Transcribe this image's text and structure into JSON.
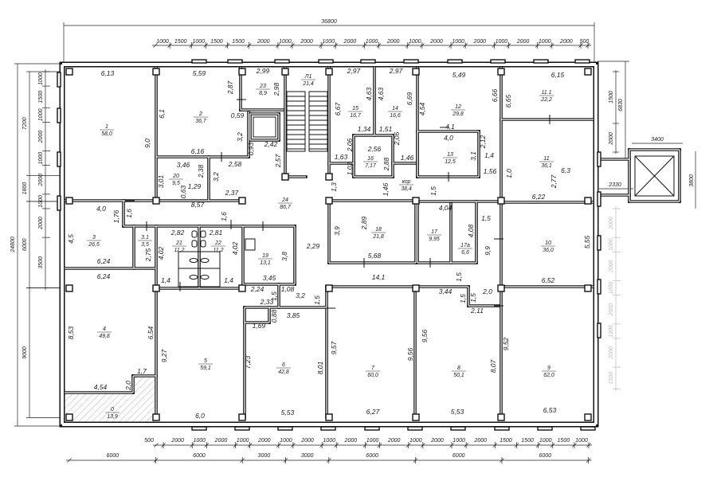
{
  "rooms": [
    {
      "id": "1",
      "area": "58,0"
    },
    {
      "id": "2",
      "area": "36,7"
    },
    {
      "id": "23",
      "area": "8,9"
    },
    {
      "id": "Л1",
      "area": "21,4"
    },
    {
      "id": "15",
      "area": "16,7"
    },
    {
      "id": "14",
      "area": "16,6"
    },
    {
      "id": "12",
      "area": "29,8"
    },
    {
      "id": "11.1",
      "area": "22,2"
    },
    {
      "id": "16",
      "area": "7,17"
    },
    {
      "id": "13",
      "area": "12,5"
    },
    {
      "id": "11",
      "area": "36,1"
    },
    {
      "id": "20",
      "area": "9,5"
    },
    {
      "id": "24",
      "area": "86,7"
    },
    {
      "id": "кор",
      "area": "38,4"
    },
    {
      "id": "3",
      "area": "26,5"
    },
    {
      "id": "3.1",
      "area": "3,5"
    },
    {
      "id": "21",
      "area": "11,2"
    },
    {
      "id": "22",
      "area": "11,2"
    },
    {
      "id": "19",
      "area": "13,1"
    },
    {
      "id": "18",
      "area": "21,8"
    },
    {
      "id": "17",
      "area": "9,95"
    },
    {
      "id": "17а",
      "area": "6,6"
    },
    {
      "id": "10",
      "area": "36,0"
    },
    {
      "id": "4",
      "area": "49,8"
    },
    {
      "id": "0",
      "area": "13,9"
    },
    {
      "id": "5",
      "area": "59,1"
    },
    {
      "id": "6",
      "area": "42,8"
    },
    {
      "id": "7",
      "area": "60,0"
    },
    {
      "id": "8",
      "area": "50,1"
    },
    {
      "id": "9",
      "area": "62,0"
    }
  ],
  "room_dims": [
    "6,13",
    "5,59",
    "2,99",
    "2,97",
    "2,97",
    "5,49",
    "6,15",
    "2,87",
    "2,98",
    "6,1",
    "9,0",
    "0,59",
    "3,2",
    "6,16",
    "0,93",
    "2,42",
    "2,58",
    "2,57",
    "3,46",
    "2,38",
    "3,2",
    "3,01",
    "1,29",
    "0,63",
    "2,37",
    "8,57",
    "6,67",
    "4,63",
    "4,63",
    "6,69",
    "4,54",
    "6,66",
    "6,65",
    "1,34",
    "1,51",
    "4,1",
    "2,06",
    "2,06",
    "4,0",
    "2,12",
    "2,56",
    "1,63",
    "1,46",
    "3,1",
    "1,4",
    "2,88",
    "1,02",
    "1,56",
    "1,0",
    "6,3",
    "2,77",
    "1,3",
    "1,46",
    "1,5",
    "6,22",
    "4,0",
    "1,76",
    "1,6",
    "1,6",
    "4,5",
    "2,82",
    "2,81",
    "4,02",
    "4,02",
    "2,75",
    "2,29",
    "3,8",
    "6,24",
    "6,24",
    "1,4",
    "1,4",
    "3,45",
    "2,24",
    "1,08",
    "1,5",
    "2,33",
    "3,2",
    "1,5",
    "0,88",
    "3,85",
    "1,69",
    "3,9",
    "2,89",
    "5,68",
    "4,04",
    "4,08",
    "1,5",
    "9,9",
    "5,55",
    "14,1",
    "1,5",
    "3,44",
    "1,5",
    "1,5",
    "2,0",
    "2,11",
    "6,52",
    "8,53",
    "6,54",
    "9,27",
    "1,7",
    "2,0",
    "4,54",
    "7,23",
    "8,01",
    "9,57",
    "9,56",
    "9,56",
    "8,07",
    "9,52",
    "6,0",
    "5,53",
    "6,27",
    "5,53",
    "6,53"
  ],
  "dimensions": {
    "top_total": "36800",
    "top_pieces": [
      "1000",
      "1500",
      "1000",
      "1500",
      "1500",
      "2000",
      "1000",
      "2000",
      "1000",
      "2000",
      "1000",
      "2000",
      "1000",
      "2000",
      "1000",
      "2000",
      "1000",
      "2000",
      "1000",
      "2000",
      "500"
    ],
    "bottom_pieces": [
      "500",
      "2000",
      "1000",
      "2000",
      "1000",
      "2000",
      "1000",
      "2000",
      "1000",
      "2000",
      "1000",
      "2000",
      "1000",
      "2000",
      "1000",
      "2000",
      "1500",
      "1500",
      "1000",
      "1500",
      "1000"
    ],
    "bottom_totals": [
      "6000",
      "6000",
      "3000",
      "3000",
      "6000",
      "6000",
      "6000"
    ],
    "left_total": "24800",
    "left_totals": [
      "7200",
      "1800",
      "6000",
      "9000"
    ],
    "left_pieces": [
      "1000",
      "1500",
      "1000",
      "2000",
      "1000",
      "2000",
      "1000",
      "2000",
      "3500"
    ],
    "right_total": "6830",
    "right_pieces": [
      "1500",
      "2000"
    ],
    "right_lower_pieces": [
      "2000",
      "1000",
      "2000",
      "1000",
      "2000",
      "1000",
      "2000",
      "1500"
    ],
    "elevator_width": "3400",
    "elevator_height": "3800",
    "passage_length": "2330"
  }
}
